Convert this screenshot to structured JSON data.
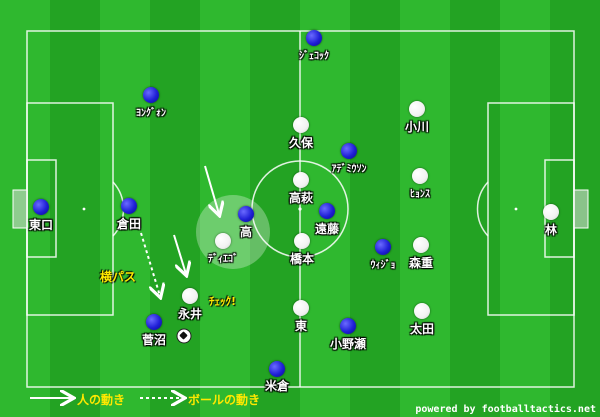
{
  "players": [
    {
      "id": "p-jeco",
      "team": "blue",
      "name": "ｼﾞｪｺｯｸ",
      "small": true
    },
    {
      "id": "p-yonggeon",
      "team": "blue",
      "name": "ﾖﾝｸﾞｫﾝ",
      "small": true
    },
    {
      "id": "p-higashiguchi",
      "team": "blue",
      "name": "東口"
    },
    {
      "id": "p-kurata",
      "team": "blue",
      "name": "倉田"
    },
    {
      "id": "p-ko",
      "team": "blue",
      "name": "高"
    },
    {
      "id": "p-ademilson",
      "team": "blue",
      "name": "ｱﾃﾞﾐｳｿﾝ",
      "small": true
    },
    {
      "id": "p-endo",
      "team": "blue",
      "name": "遠藤"
    },
    {
      "id": "p-wiijo",
      "team": "blue",
      "name": "ｳｨｼﾞｮ",
      "small": true
    },
    {
      "id": "p-suganuma",
      "team": "blue",
      "name": "菅沼"
    },
    {
      "id": "p-onose",
      "team": "blue",
      "name": "小野瀬"
    },
    {
      "id": "p-yonekura",
      "team": "blue",
      "name": "米倉"
    },
    {
      "id": "p-kubo",
      "team": "white",
      "name": "久保"
    },
    {
      "id": "p-ogawa",
      "team": "white",
      "name": "小川"
    },
    {
      "id": "p-takahagi",
      "team": "white",
      "name": "高萩"
    },
    {
      "id": "p-hyonsu",
      "team": "white",
      "name": "ﾋｮﾝｽ",
      "small": true
    },
    {
      "id": "p-hayashi",
      "team": "white",
      "name": "林"
    },
    {
      "id": "p-diego",
      "team": "white",
      "name": "ﾃﾞｨｴｺﾞ",
      "small": true
    },
    {
      "id": "p-hashimoto",
      "team": "white",
      "name": "橋本"
    },
    {
      "id": "p-morishige",
      "team": "white",
      "name": "森重"
    },
    {
      "id": "p-nagai",
      "team": "white",
      "name": "永井"
    },
    {
      "id": "p-azuma",
      "team": "white",
      "name": "東"
    },
    {
      "id": "p-ota",
      "team": "white",
      "name": "太田"
    }
  ],
  "annotations": {
    "side_pass": "横パス",
    "check": "ﾁｪｯｸ!"
  },
  "legend": {
    "player_move": "人の動き",
    "ball_move": "ボールの動き"
  },
  "credit": "powered by footballtactics.net",
  "colors": {
    "pitch_dark": "#23a323",
    "pitch_light": "#2fb82f",
    "line": "#ffffff",
    "team_blue": "#1f1fd6",
    "team_white": "#f2f2f2",
    "annotation": "#ffe800"
  }
}
